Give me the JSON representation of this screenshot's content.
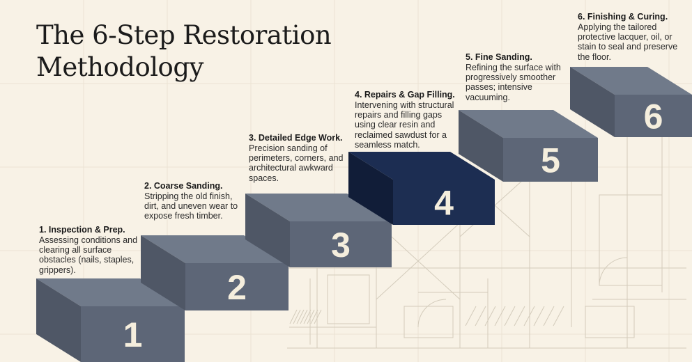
{
  "title": "The 6-Step Restoration Methodology",
  "colors": {
    "background": "#f8f2e6",
    "block_top": "#707a8a",
    "block_side": "#4f5766",
    "block_front": "#5d6677",
    "highlight_top": "#1c2d52",
    "highlight_side": "#111d38",
    "highlight_front": "#1d2e52",
    "number": "#f5eedd",
    "blueprint_line": "#d3cbbb"
  },
  "steps": [
    {
      "number": "1",
      "title": "1. Inspection & Prep.",
      "description": "Assessing conditions and clearing all surface obstacles (nails, staples, grippers).",
      "highlighted": false
    },
    {
      "number": "2",
      "title": "2. Coarse Sanding.",
      "description": "Stripping the old finish, dirt, and uneven wear to expose fresh timber.",
      "highlighted": false
    },
    {
      "number": "3",
      "title": "3. Detailed Edge Work.",
      "description": "Precision sanding of perimeters, corners, and architectural awkward spaces.",
      "highlighted": false
    },
    {
      "number": "4",
      "title": "4. Repairs & Gap Filling.",
      "description": "Intervening with structural repairs and filling gaps using clear resin and reclaimed sawdust for a seamless match.",
      "highlighted": true
    },
    {
      "number": "5",
      "title": "5. Fine Sanding.",
      "description": "Refining the surface with progressively smoother passes; intensive vacuuming.",
      "highlighted": false
    },
    {
      "number": "6",
      "title": "6. Finishing & Curing.",
      "description": "Applying the tailored protective lacquer, oil, or stain to seal and preserve the floor.",
      "highlighted": false
    }
  ]
}
